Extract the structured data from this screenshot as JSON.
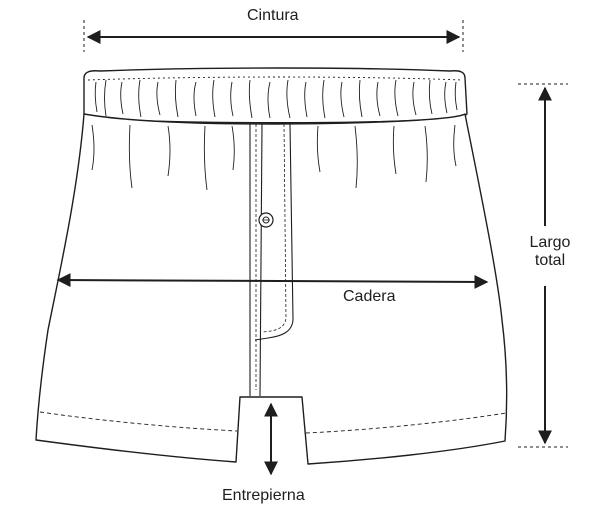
{
  "labels": {
    "waist": "Cintura",
    "hip": "Cadera",
    "inseam": "Entrepierna",
    "total_length_line1": "Largo",
    "total_length_line2": "total"
  },
  "colors": {
    "line": "#1e1e1e",
    "background": "#ffffff"
  }
}
